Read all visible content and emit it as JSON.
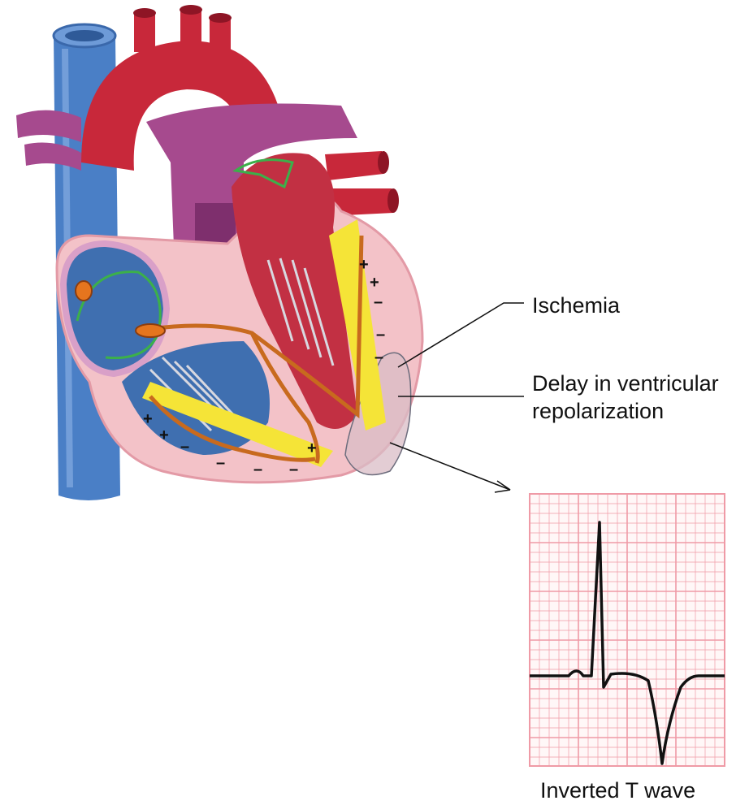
{
  "labels": {
    "ischemia": "Ischemia",
    "delay": "Delay in ventricular\nrepolarization",
    "delay_line1": "Delay in ventricular",
    "delay_line2": "repolarization",
    "inverted_t": "Inverted T wave"
  },
  "charges": {
    "plus": "+",
    "minus": "–"
  },
  "colors": {
    "aorta": "#c8283a",
    "vena_cava": "#4a7fc6",
    "pulmonary": "#a64a8e",
    "myocardium": "#f3c2c8",
    "right_ventricle": "#3f6fb0",
    "left_ventricle": "#c23043",
    "conduction": "#c86a1e",
    "depolarization_zone": "#f5e437",
    "ecg_grid": "#ef9aa6",
    "ecg_trace": "#111111",
    "ischemia_zone": "#d9bcc6"
  }
}
